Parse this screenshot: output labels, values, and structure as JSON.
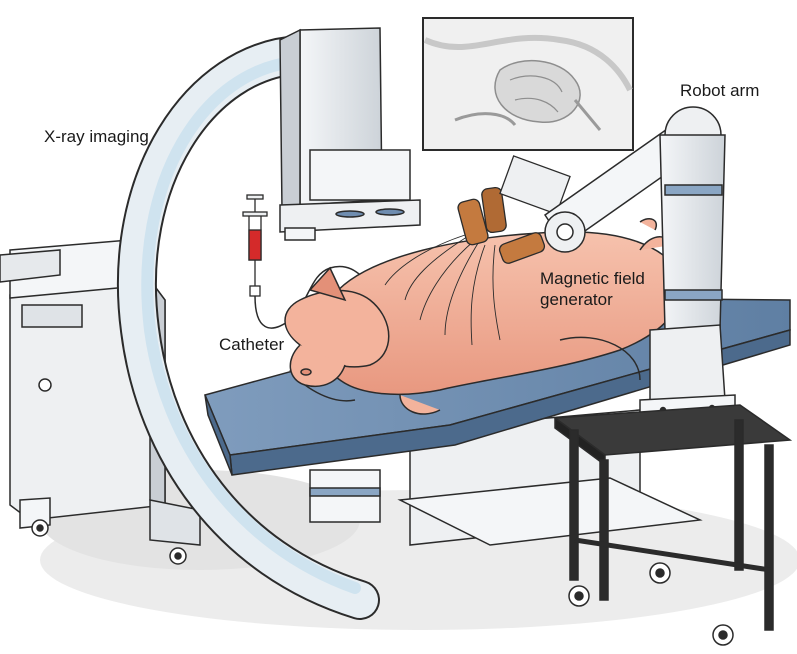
{
  "labels": {
    "xray": "X-ray imaging",
    "robot_arm": "Robot arm",
    "catheter": "Catheter",
    "magnetic_line1": "Magnetic field",
    "magnetic_line2": "generator"
  },
  "colors": {
    "outline": "#2b2b2b",
    "machine_body": "#eef0f2",
    "machine_shade": "#c9ced4",
    "carm_blue": "#cfe3ef",
    "table_top": "#6f8db0",
    "table_edge": "#4c6a8c",
    "pig_skin": "#f3b39c",
    "pig_shade": "#e39078",
    "coil_copper": "#c47a3f",
    "blood_red": "#d42a2a",
    "robot_accent": "#8aa6c4",
    "floor_shadow": "#d8d8d8"
  }
}
